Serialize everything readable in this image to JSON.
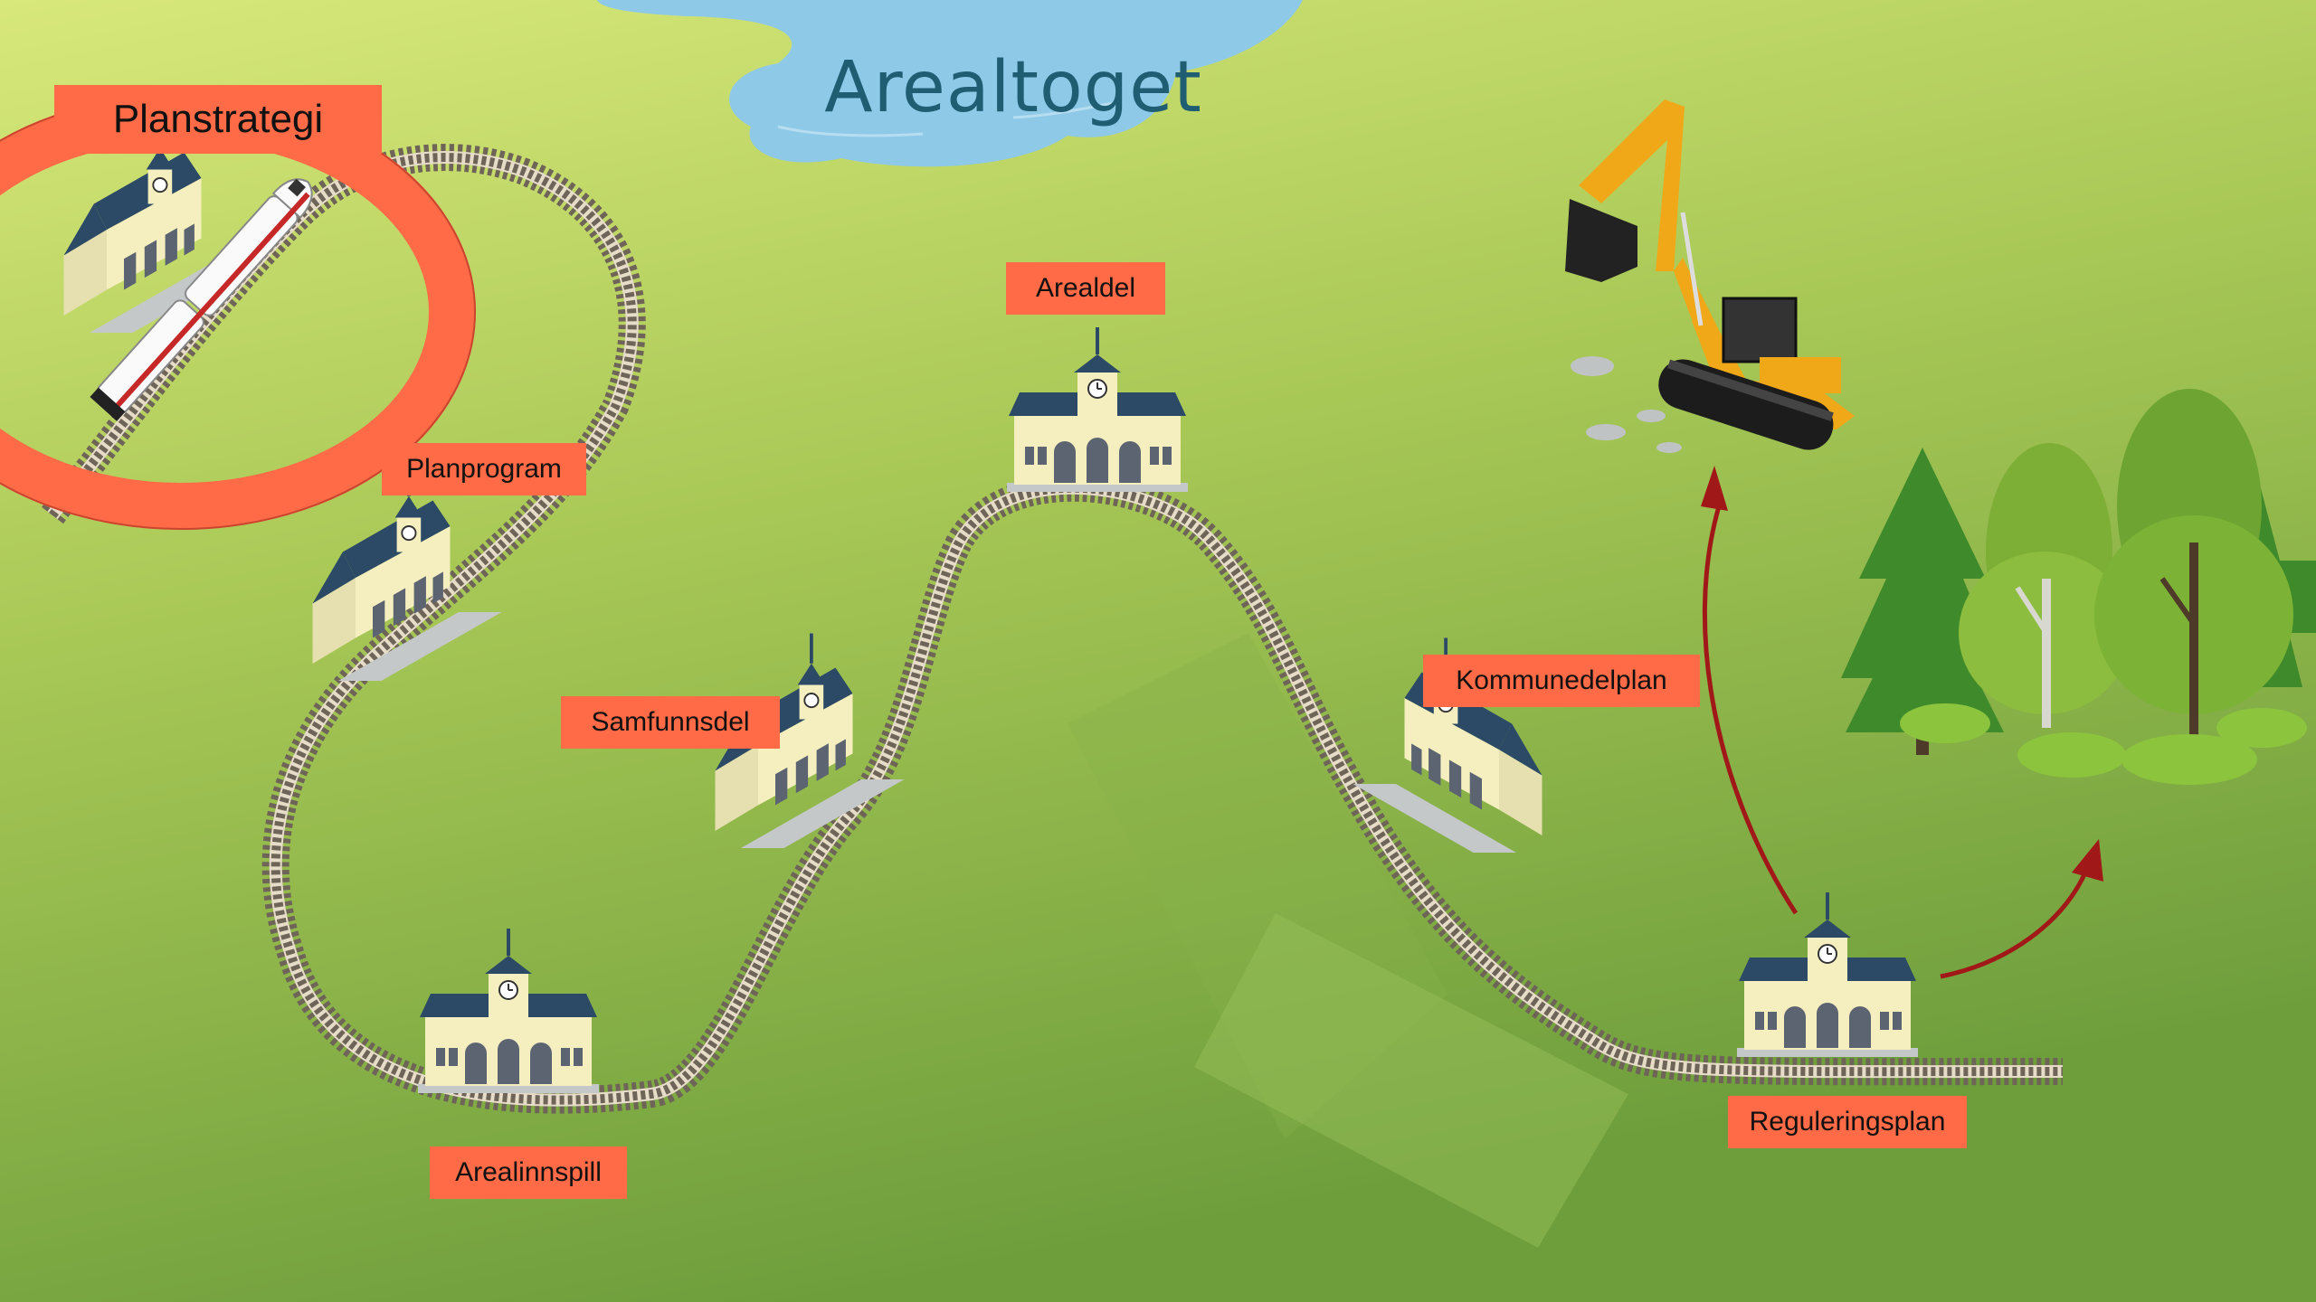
{
  "title": "Arealtoget",
  "stations": [
    {
      "id": "planstrategi",
      "label": "Planstrategi"
    },
    {
      "id": "planprogram",
      "label": "Planprogram"
    },
    {
      "id": "samfunnsdel",
      "label": "Samfunnsdel"
    },
    {
      "id": "arealinnspill",
      "label": "Arealinnspill"
    },
    {
      "id": "arealdel",
      "label": "Arealdel"
    },
    {
      "id": "kommunedelplan",
      "label": "Kommunedelplan"
    },
    {
      "id": "reguleringsplan",
      "label": "Reguleringsplan"
    }
  ],
  "colors": {
    "label_bg": "#ff6b47",
    "highlight_ring": "#ff6b47",
    "title": "#1f5e72",
    "lake": "#8ec9e8",
    "arrow": "#a01818",
    "excavator": "#f0a818",
    "track": "#6e6458"
  },
  "icons": {
    "highlight": "red-ring-icon",
    "train": "train-icon",
    "excavator": "excavator-icon",
    "forest": "forest-icon",
    "station": "station-building-icon"
  }
}
